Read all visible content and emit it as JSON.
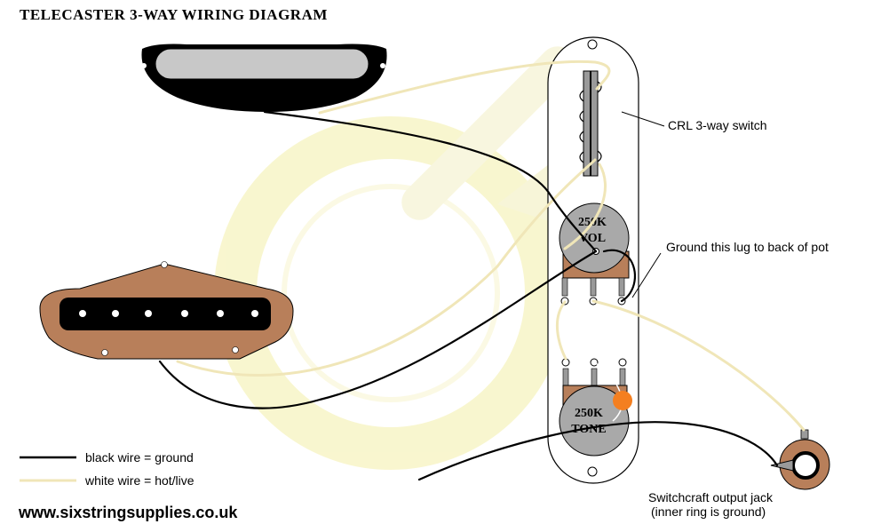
{
  "title": "TELECASTER 3-WAY WIRING DIAGRAM",
  "labels": {
    "switch": "CRL 3-way switch",
    "ground_lug": "Ground this lug to back of pot",
    "jack_line1": "Switchcraft output jack",
    "jack_line2": "(inner ring is ground)"
  },
  "pots": {
    "volume": {
      "value": "250K",
      "name": "VOL"
    },
    "tone": {
      "value": "250K",
      "name": "TONE"
    }
  },
  "legend": {
    "black": "black wire = ground",
    "white": "white wire = hot/live"
  },
  "website": "www.sixstringsupplies.co.uk",
  "colors": {
    "black_wire": "#000000",
    "white_wire": "#f0e6b8",
    "pickup_brown": "#b87f5a",
    "pot_grey": "#a9a9a9",
    "capacitor": "#f47f20",
    "watermark": "#f7f3b8"
  }
}
